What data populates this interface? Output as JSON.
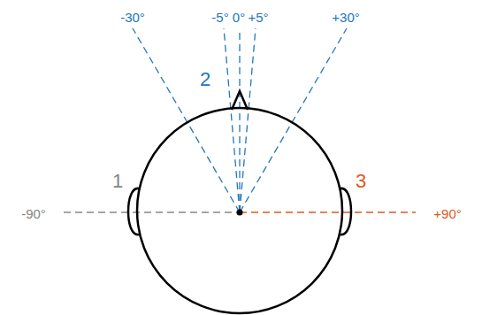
{
  "diagram": {
    "nodes": [
      {
        "text": [
          "2"
        ]
      },
      {
        "text": [
          "1"
        ]
      },
      {
        "text": [
          "3"
        ]
      }
    ],
    "labels": [
      "-30°",
      "-5°",
      "0°",
      "+5°",
      "+30°",
      "-90°",
      "+90°"
    ]
  }
}
